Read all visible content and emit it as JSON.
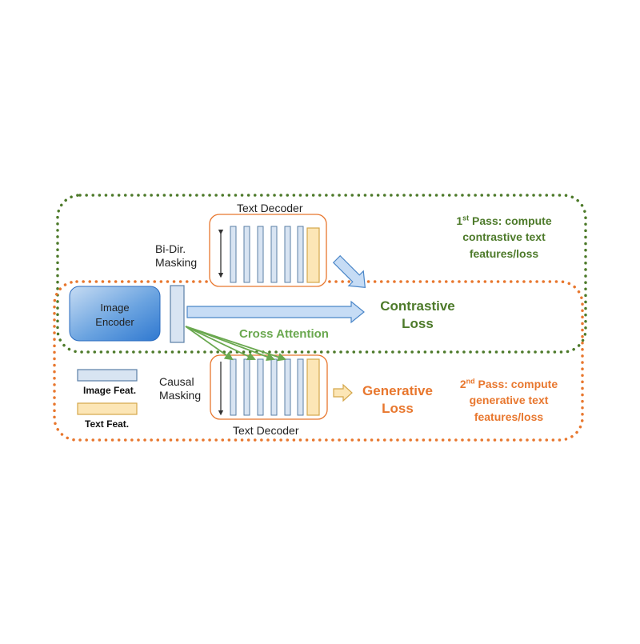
{
  "text_decoder_top": "Text Decoder",
  "text_decoder_bottom": "Text Decoder",
  "bidir_masking": [
    "Bi-Dir.",
    "Masking"
  ],
  "causal_masking": [
    "Causal",
    "Masking"
  ],
  "image_encoder": [
    "Image",
    "Encoder"
  ],
  "first_pass": {
    "ordinal": "1",
    "suffix": "st",
    "line1": " Pass: compute",
    "line2": "contrastive text",
    "line3": "features/loss"
  },
  "second_pass": {
    "ordinal": "2",
    "suffix": "nd",
    "line1": " Pass: compute",
    "line2": "generative text",
    "line3": "features/loss"
  },
  "contrastive_loss": [
    "Contrastive",
    "Loss"
  ],
  "generative_loss": [
    "Generative",
    "Loss"
  ],
  "cross_attention": "Cross Attention",
  "legend": {
    "image_feat": "Image Feat.",
    "text_feat": "Text Feat."
  },
  "colors": {
    "green_dotted": "#4d7a2a",
    "orange_dotted": "#e8772e",
    "feature_fill": "#d8e4f2",
    "feature_stroke": "#5b7fa6",
    "text_feat_fill": "#fce6b6",
    "text_feat_stroke": "#d4a64a",
    "arrow_fill": "#c6dcf5",
    "arrow_stroke": "#4a86c8",
    "cross_arrows": "#6aa84f"
  }
}
